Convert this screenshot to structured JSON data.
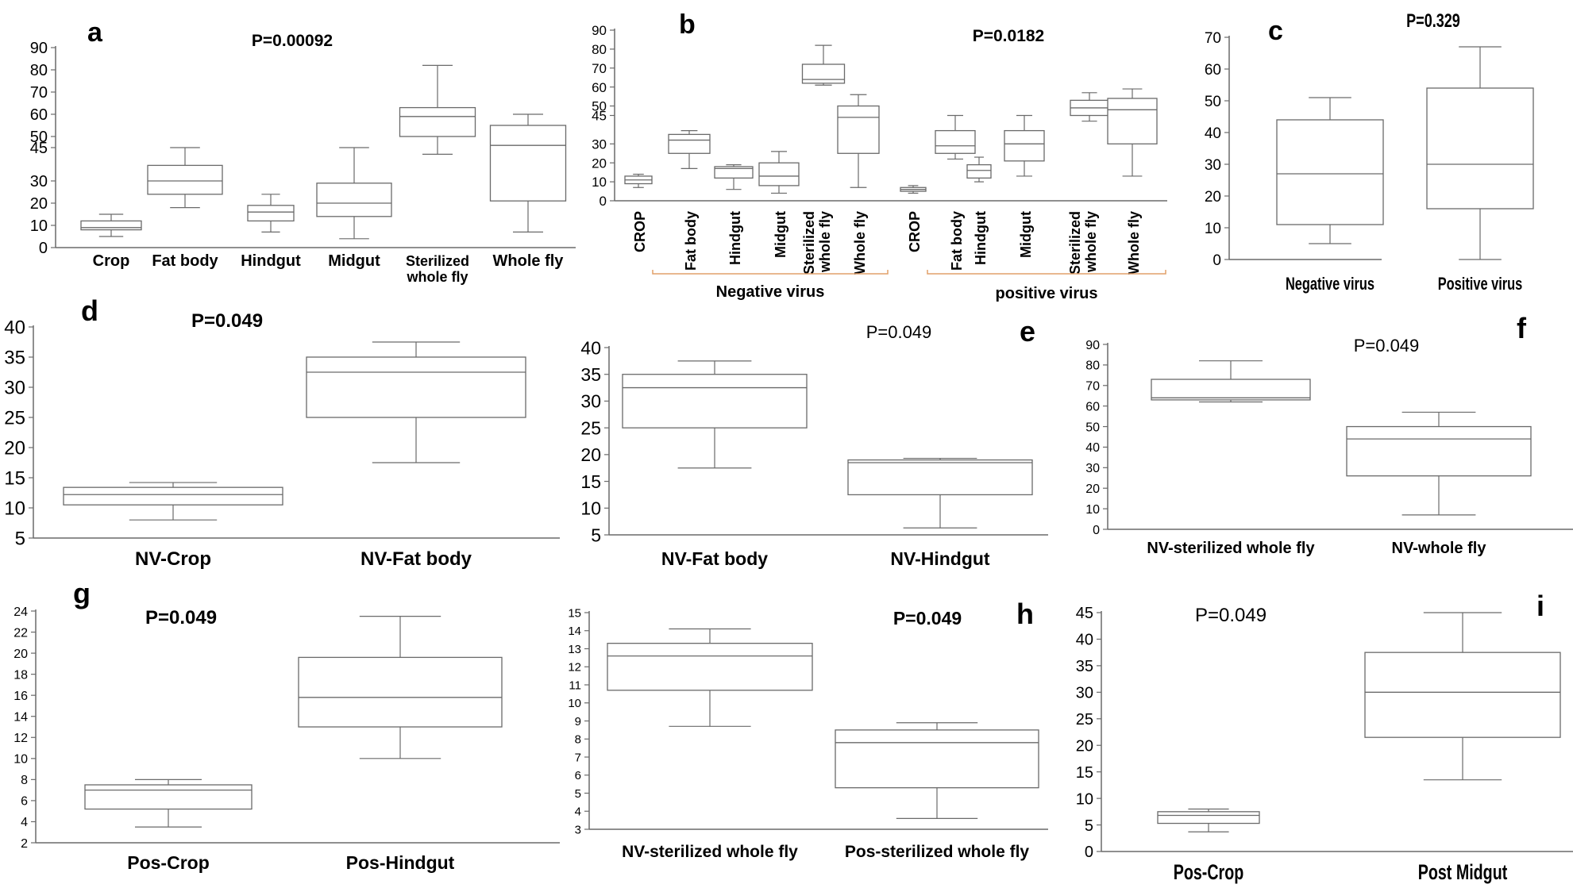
{
  "chart_data": [
    {
      "panel": "a",
      "type": "box",
      "p_value": "P=0.00092",
      "p_bold": true,
      "ylim": [
        0,
        90
      ],
      "y_ticks": [
        0,
        10,
        20,
        30,
        45,
        50,
        60,
        70,
        80,
        90
      ],
      "categories": [
        {
          "lines": [
            "Crop"
          ],
          "min": 5,
          "q1": 8,
          "median": 9,
          "q3": 12,
          "max": 15
        },
        {
          "lines": [
            "Fat body"
          ],
          "min": 18,
          "q1": 24,
          "median": 30,
          "q3": 37,
          "max": 45
        },
        {
          "lines": [
            "Hindgut"
          ],
          "min": 7,
          "q1": 12,
          "median": 16,
          "q3": 19,
          "max": 24
        },
        {
          "lines": [
            "Midgut"
          ],
          "min": 4,
          "q1": 14,
          "median": 20,
          "q3": 29,
          "max": 45
        },
        {
          "lines": [
            "Sterilized",
            "whole fly"
          ],
          "min": 42,
          "q1": 50,
          "median": 59,
          "q3": 63,
          "max": 82
        },
        {
          "lines": [
            "Whole fly"
          ],
          "min": 7,
          "q1": 21,
          "median": 46,
          "q3": 55,
          "max": 60
        }
      ]
    },
    {
      "panel": "b",
      "type": "box",
      "p_value": "P=0.0182",
      "p_bold": true,
      "ylim": [
        0,
        90
      ],
      "y_ticks": [
        0,
        10,
        20,
        30,
        45,
        50,
        60,
        70,
        80,
        90
      ],
      "groups": [
        "Negative virus",
        "positive virus"
      ],
      "categories": [
        {
          "lines": [
            "CROP"
          ],
          "min": 7,
          "q1": 9,
          "median": 11,
          "q3": 13,
          "max": 14
        },
        {
          "lines": [
            "Fat body"
          ],
          "min": 17,
          "q1": 25,
          "median": 32,
          "q3": 35,
          "max": 37
        },
        {
          "lines": [
            "Hindgut"
          ],
          "min": 6,
          "q1": 12,
          "median": 17,
          "q3": 18,
          "max": 19
        },
        {
          "lines": [
            "Midgut"
          ],
          "min": 4,
          "q1": 8,
          "median": 13,
          "q3": 20,
          "max": 26
        },
        {
          "lines": [
            "Sterilized",
            "whole fly"
          ],
          "min": 61,
          "q1": 62,
          "median": 64,
          "q3": 72,
          "max": 82
        },
        {
          "lines": [
            "Whole fly"
          ],
          "min": 7,
          "q1": 25,
          "median": 44,
          "q3": 50,
          "max": 56
        },
        {
          "lines": [
            "CROP"
          ],
          "min": 4,
          "q1": 5,
          "median": 6,
          "q3": 7,
          "max": 8
        },
        {
          "lines": [
            "Fat body"
          ],
          "min": 22,
          "q1": 25,
          "median": 29,
          "q3": 37,
          "max": 45
        },
        {
          "lines": [
            "Hindgut"
          ],
          "min": 10,
          "q1": 12,
          "median": 16,
          "q3": 19,
          "max": 23
        },
        {
          "lines": [
            "Midgut"
          ],
          "min": 13,
          "q1": 21,
          "median": 30,
          "q3": 37,
          "max": 45
        },
        {
          "lines": [
            "Sterilized",
            "whole fly"
          ],
          "min": 42,
          "q1": 45,
          "median": 49,
          "q3": 53,
          "max": 57
        },
        {
          "lines": [
            "Whole fly"
          ],
          "min": 13,
          "q1": 30,
          "median": 48,
          "q3": 54,
          "max": 59
        }
      ]
    },
    {
      "panel": "c",
      "type": "box",
      "p_value": "P=0.329",
      "p_bold": true,
      "ylim": [
        0,
        70
      ],
      "y_ticks": [
        0,
        10,
        20,
        30,
        40,
        50,
        60,
        70
      ],
      "categories": [
        {
          "lines": [
            "Negative virus"
          ],
          "min": 5,
          "q1": 11,
          "median": 27,
          "q3": 44,
          "max": 51
        },
        {
          "lines": [
            "Positive virus"
          ],
          "min": 0,
          "q1": 16,
          "median": 30,
          "q3": 54,
          "max": 67
        }
      ]
    },
    {
      "panel": "d",
      "type": "box",
      "p_value": "P=0.049",
      "p_bold": true,
      "ylim": [
        5,
        40
      ],
      "y_ticks": [
        5,
        10,
        15,
        20,
        25,
        30,
        35,
        40
      ],
      "categories": [
        {
          "lines": [
            "NV-Crop"
          ],
          "min": 8,
          "q1": 10.5,
          "median": 12.2,
          "q3": 13.4,
          "max": 14.2
        },
        {
          "lines": [
            "NV-Fat body"
          ],
          "min": 17.5,
          "q1": 25,
          "median": 32.5,
          "q3": 35,
          "max": 37.5
        }
      ]
    },
    {
      "panel": "e",
      "type": "box",
      "p_value": "P=0.049",
      "p_bold": false,
      "ylim": [
        5,
        40
      ],
      "y_ticks": [
        5,
        10,
        15,
        20,
        25,
        30,
        35,
        40
      ],
      "categories": [
        {
          "lines": [
            "NV-Fat body"
          ],
          "min": 17.5,
          "q1": 25,
          "median": 32.5,
          "q3": 35,
          "max": 37.5
        },
        {
          "lines": [
            "NV-Hindgut"
          ],
          "min": 6.3,
          "q1": 12.5,
          "median": 18.5,
          "q3": 19,
          "max": 19.3
        }
      ]
    },
    {
      "panel": "f",
      "type": "box",
      "p_value": "P=0.049",
      "p_bold": false,
      "ylim": [
        0,
        90
      ],
      "y_ticks": [
        0,
        10,
        20,
        30,
        40,
        50,
        60,
        70,
        80,
        90
      ],
      "categories": [
        {
          "lines": [
            "NV-sterilized whole fly"
          ],
          "min": 62,
          "q1": 63,
          "median": 64,
          "q3": 73,
          "max": 82
        },
        {
          "lines": [
            "NV-whole fly"
          ],
          "min": 7,
          "q1": 26,
          "median": 44,
          "q3": 50,
          "max": 57
        }
      ]
    },
    {
      "panel": "g",
      "type": "box",
      "p_value": "P=0.049",
      "p_bold": true,
      "ylim": [
        2,
        24
      ],
      "y_ticks": [
        2,
        4,
        6,
        8,
        10,
        12,
        14,
        16,
        18,
        20,
        22,
        24
      ],
      "categories": [
        {
          "lines": [
            "Pos-Crop"
          ],
          "min": 3.5,
          "q1": 5.2,
          "median": 7,
          "q3": 7.5,
          "max": 8
        },
        {
          "lines": [
            "Pos-Hindgut"
          ],
          "min": 10,
          "q1": 13,
          "median": 15.8,
          "q3": 19.6,
          "max": 23.5
        }
      ]
    },
    {
      "panel": "h",
      "type": "box",
      "p_value": "P=0.049",
      "p_bold": true,
      "ylim": [
        3,
        15
      ],
      "y_ticks": [
        3,
        4,
        5,
        6,
        7,
        8,
        9,
        10,
        11,
        12,
        13,
        14,
        15
      ],
      "categories": [
        {
          "lines": [
            "NV-sterilized whole fly"
          ],
          "min": 8.7,
          "q1": 10.7,
          "median": 12.6,
          "q3": 13.3,
          "max": 14.1
        },
        {
          "lines": [
            "Pos-sterilized whole fly"
          ],
          "min": 3.6,
          "q1": 5.3,
          "median": 7.8,
          "q3": 8.5,
          "max": 8.9
        }
      ]
    },
    {
      "panel": "i",
      "type": "box",
      "p_value": "P=0.049",
      "p_bold": false,
      "ylim": [
        0,
        45
      ],
      "y_ticks": [
        0,
        5,
        10,
        15,
        20,
        25,
        30,
        35,
        40,
        45
      ],
      "categories": [
        {
          "lines": [
            "Pos-Crop"
          ],
          "min": 3.7,
          "q1": 5.3,
          "median": 6.8,
          "q3": 7.5,
          "max": 8
        },
        {
          "lines": [
            "Post Midgut"
          ],
          "min": 13.5,
          "q1": 21.5,
          "median": 30,
          "q3": 37.5,
          "max": 45
        }
      ]
    }
  ]
}
